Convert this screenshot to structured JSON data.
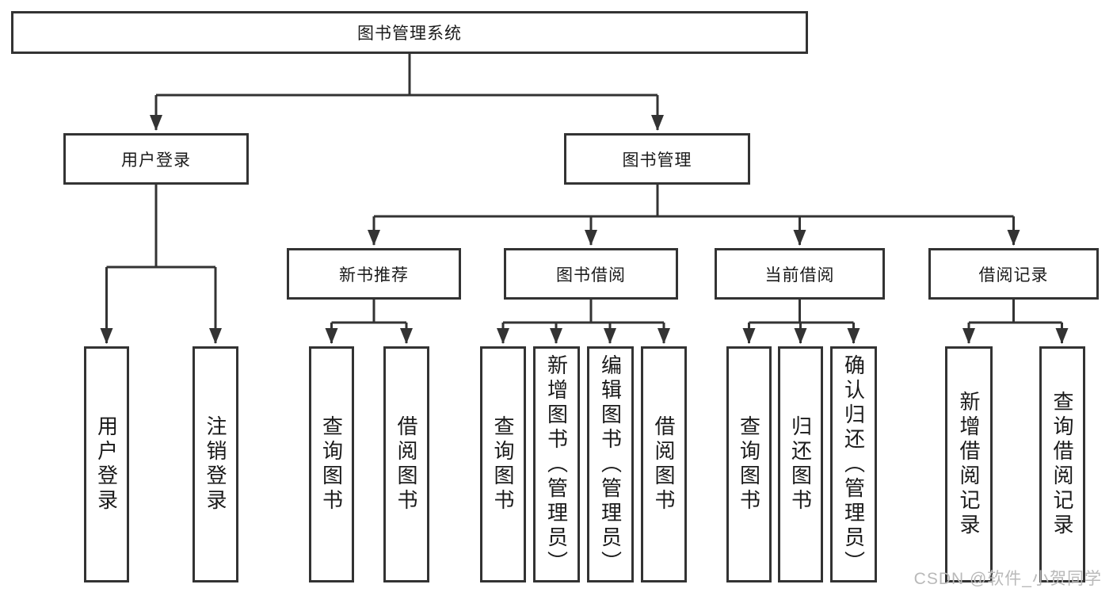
{
  "tree": {
    "root": {
      "label": "图书管理系统"
    },
    "level2": [
      {
        "label": "用户登录"
      },
      {
        "label": "图书管理"
      }
    ],
    "level3": [
      {
        "label": "新书推荐"
      },
      {
        "label": "图书借阅"
      },
      {
        "label": "当前借阅"
      },
      {
        "label": "借阅记录"
      }
    ],
    "leaves": {
      "userLogin": [
        {
          "label": "用户登录"
        },
        {
          "label": "注销登录"
        }
      ],
      "newBookRec": [
        {
          "label": "查询图书"
        },
        {
          "label": "借阅图书"
        }
      ],
      "bookBorrow": [
        {
          "label": "查询图书"
        },
        {
          "label": "新增图书（管理员）"
        },
        {
          "label": "编辑图书（管理员）"
        },
        {
          "label": "借阅图书"
        }
      ],
      "currentBorrow": [
        {
          "label": "查询图书"
        },
        {
          "label": "归还图书"
        },
        {
          "label": "确认归还（管理员）"
        }
      ],
      "borrowRecords": [
        {
          "label": "新增借阅记录"
        },
        {
          "label": "查询借阅记录"
        }
      ]
    }
  },
  "watermark": {
    "text": "CSDN @软件_小贺同学"
  },
  "colors": {
    "line": "#333333",
    "box_border": "#333333",
    "text": "#1a1a1a",
    "watermark": "#b9b9b9",
    "background": "#ffffff"
  }
}
